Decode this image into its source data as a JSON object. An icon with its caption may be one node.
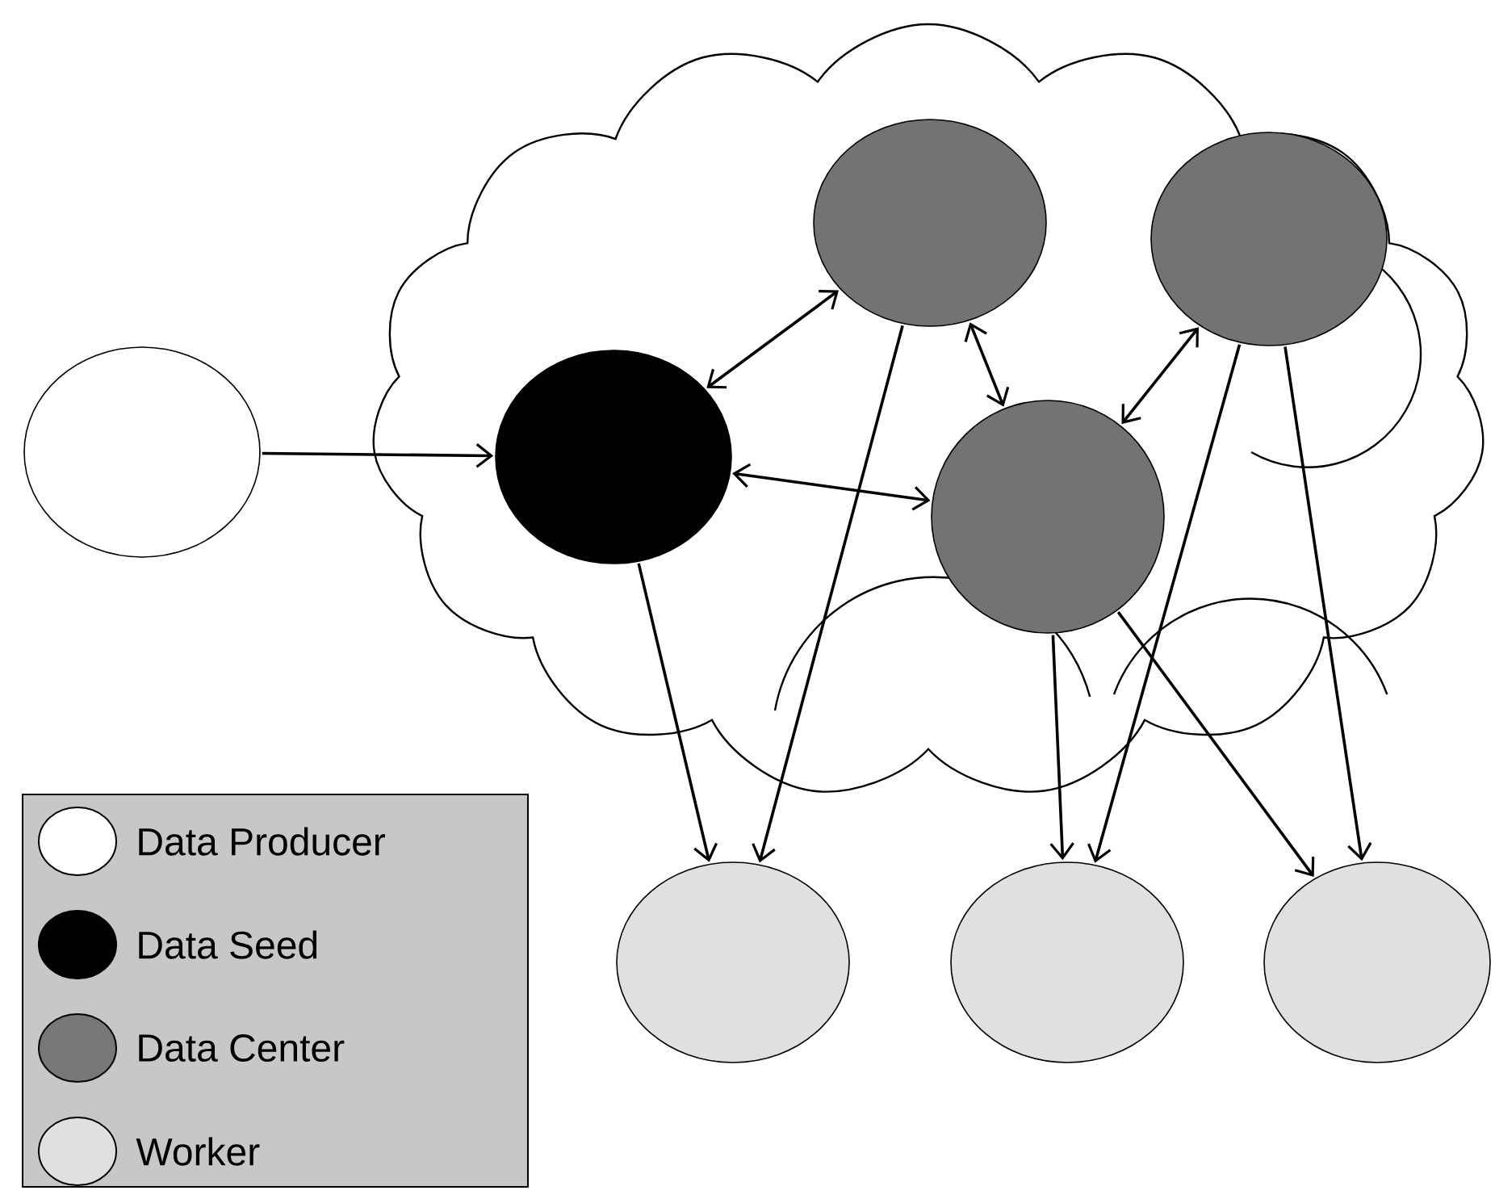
{
  "diagram": {
    "nodes": [
      {
        "text": [],
        "shape": "circle"
      },
      {
        "text": [],
        "shape": "circle"
      },
      {
        "text": [],
        "shape": "circle"
      },
      {
        "text": [],
        "shape": "circle"
      },
      {
        "text": [],
        "shape": "circle"
      },
      {
        "text": [],
        "shape": "circle"
      },
      {
        "text": [],
        "shape": "circle"
      },
      {
        "text": [],
        "shape": "circle"
      }
    ],
    "edges": [
      {
        "from": 0,
        "to": 1,
        "arrow": "to"
      },
      {
        "from": 1,
        "to": 2,
        "arrow": "both"
      },
      {
        "from": 2,
        "to": 4,
        "arrow": "both"
      },
      {
        "from": 3,
        "to": 4,
        "arrow": "both"
      },
      {
        "from": 1,
        "to": 4,
        "arrow": "both"
      },
      {
        "from": 1,
        "to": 5,
        "arrow": "to"
      },
      {
        "from": 2,
        "to": 5,
        "arrow": "to"
      },
      {
        "from": 4,
        "to": 6,
        "arrow": "to"
      },
      {
        "from": 3,
        "to": 6,
        "arrow": "to"
      },
      {
        "from": 4,
        "to": 7,
        "arrow": "to"
      },
      {
        "from": 3,
        "to": 7,
        "arrow": "to"
      }
    ],
    "legend": [
      {
        "text": "Data Producer",
        "color": "#ffffff"
      },
      {
        "text": "Data Seed",
        "color": "#000000"
      },
      {
        "text": "Data Center",
        "color": "#777777"
      },
      {
        "text": "Worker",
        "color": "#e0e0e0"
      }
    ]
  }
}
